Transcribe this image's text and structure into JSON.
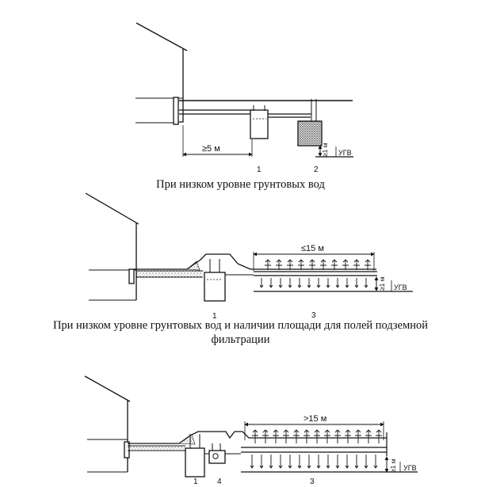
{
  "diagram1": {
    "distance_label": "≥5 м",
    "depth_label": "≥1 м",
    "ugv_label": "УГВ",
    "num_1": "1",
    "num_2": "2",
    "caption": "При низком уровне грунтовых вод"
  },
  "diagram2": {
    "distance_label": "≤15 м",
    "depth_label": "≥1 м",
    "ugv_label": "УГВ",
    "num_1": "1",
    "num_3": "3",
    "caption_line1": "При низком уровне грунтовых вод и наличии площади для полей подземной",
    "caption_line2": "фильтрации"
  },
  "diagram3": {
    "distance_label": ">15 м",
    "depth_label": "≥1 м",
    "ugv_label": "УГВ",
    "num_1": "1",
    "num_4": "4",
    "num_3": "3"
  }
}
